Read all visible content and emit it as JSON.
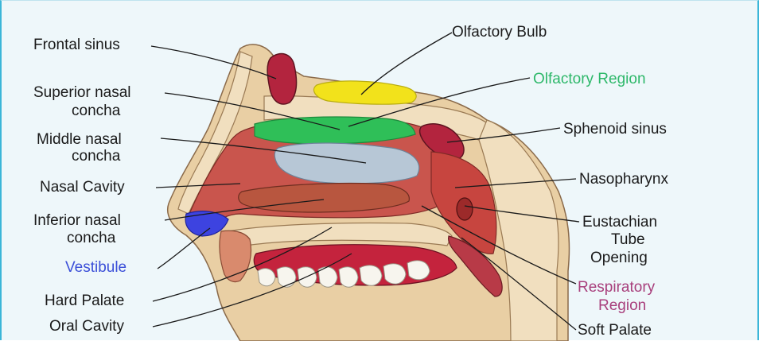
{
  "labels": {
    "frontal_sinus": "Frontal sinus",
    "superior_nasal_concha_1": "Superior nasal",
    "superior_nasal_concha_2": "concha",
    "middle_nasal_concha_1": "Middle nasal",
    "middle_nasal_concha_2": "concha",
    "nasal_cavity": "Nasal Cavity",
    "inferior_nasal_concha_1": "Inferior nasal",
    "inferior_nasal_concha_2": "concha",
    "vestibule": "Vestibule",
    "hard_palate": "Hard Palate",
    "oral_cavity": "Oral Cavity",
    "olfactory_bulb": "Olfactory Bulb",
    "olfactory_region": "Olfactory Region",
    "sphenoid_sinus": "Sphenoid sinus",
    "nasopharynx": "Nasopharynx",
    "eustachian_tube_opening_1": "Eustachian",
    "eustachian_tube_opening_2": "Tube",
    "eustachian_tube_opening_3": "Opening",
    "respiratory_region_1": "Respiratory",
    "respiratory_region_2": "Region",
    "soft_palate": "Soft Palate"
  },
  "colors": {
    "olfactory_region": "#2eb86a",
    "vestibule": "#3b4fd8",
    "respiratory_region": "#a83f7c",
    "olfactory_bulb": "#f2e21b",
    "sinus": "#b3243e",
    "border": "#3bb6d8"
  }
}
